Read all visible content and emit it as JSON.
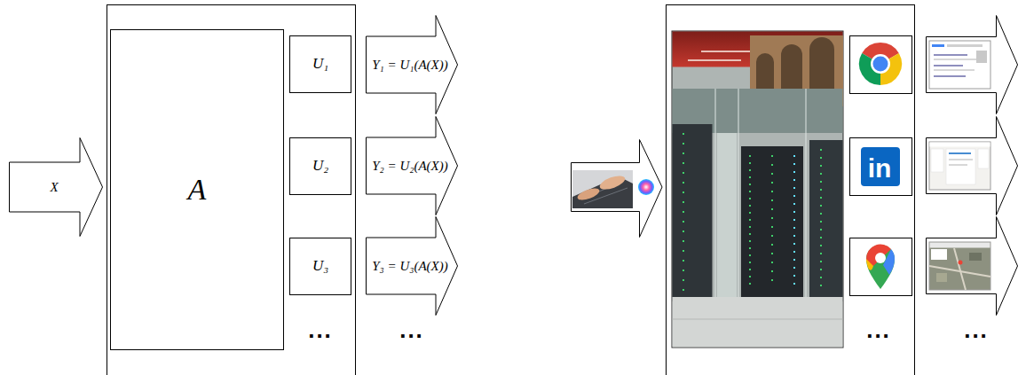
{
  "diagram": {
    "nodes": [
      {
        "text": [
          "X"
        ]
      },
      {
        "text": []
      },
      {
        "text": [
          "A"
        ],
        "in": 1
      },
      {
        "text": [
          "U₁"
        ],
        "in": 1
      },
      {
        "text": [
          "U₂"
        ],
        "in": 1
      },
      {
        "text": [
          "U₃"
        ],
        "in": 1
      },
      {
        "text": [
          "Y₁ = U₁(A(X))"
        ]
      },
      {
        "text": [
          "Y₂ = U₂(A(X))"
        ]
      },
      {
        "text": [
          "Y₃ = U₃(A(X))"
        ]
      }
    ],
    "labels": [
      "...",
      "...",
      "in",
      "...",
      "..."
    ]
  }
}
